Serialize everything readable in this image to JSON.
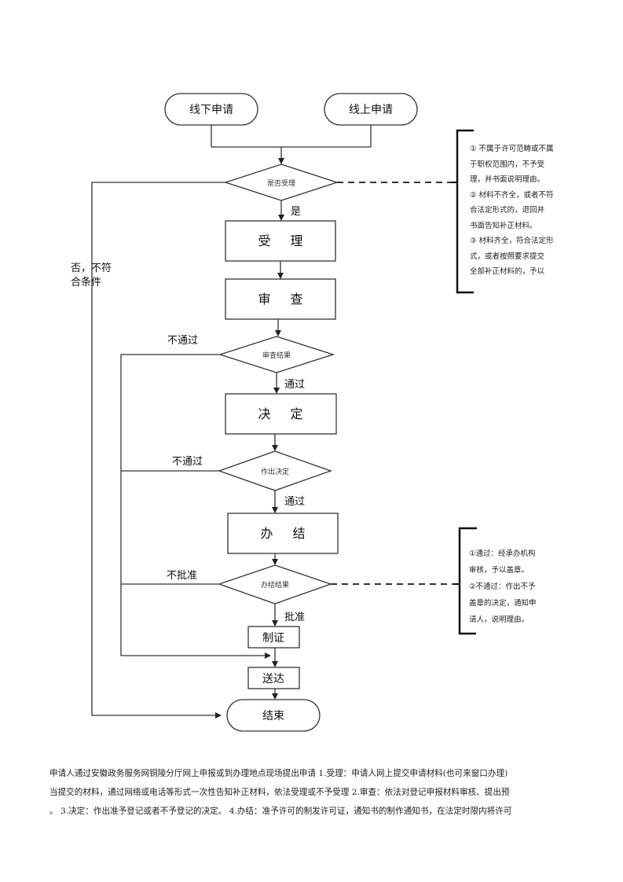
{
  "diagram": {
    "start_nodes": [
      "线下申请",
      "线上申请"
    ],
    "decision_accept": "是否受理",
    "label_yes": "是",
    "label_no": [
      "否，不符",
      "合条件"
    ],
    "step_accept": "受 理",
    "step_review": "审 查",
    "decision_review": "审查结果",
    "label_review_fail": "不通过",
    "label_review_pass": "通过",
    "step_decide": "决 定",
    "decision_decide": "作出决定",
    "label_decide_fail": "不通过",
    "label_decide_pass": "通过",
    "step_finish": "办 结",
    "decision_finish": "办结结果",
    "label_finish_reject": "不批准",
    "label_finish_approve": "批准",
    "step_certify": "制证",
    "step_deliver": "送达",
    "end_node": "结束",
    "note_accept": [
      "① 不属于许可范畴或不属",
      "    于职权范围内，不予受",
      "    理，并书面说明理由。",
      "② 材料不齐全，或者不符",
      "    合法定形式的，退回并",
      "    书面告知补正材料。",
      "③ 材料齐全，符合法定形",
      "    式，或者按照要求提交",
      "    全部补正材料的，予以"
    ],
    "note_finish": [
      "①通过：经承办机构",
      "审核，予以盖章。",
      "②不通过：作出不予",
      "盖章的决定，通知申",
      "请人，说明理由。"
    ]
  },
  "paragraph": [
    "申请人通过安徽政务服务网铜陵分厅网上申报或到办理地点现场提出申请 1.受理：申请人网上提交申请材料(也可来窗口办理)",
    "当提交的材料，通过网络或电话等形式一次性告知补正材料，依法受理或不予受理 2.审查：依法对登记申报材料审核、提出预",
    "。 3.决定：作出准予登记或者不予登记的决定。 4.办结：准予许可的制发许可证，通知书的制作通知书，在法定时限内将许可"
  ]
}
